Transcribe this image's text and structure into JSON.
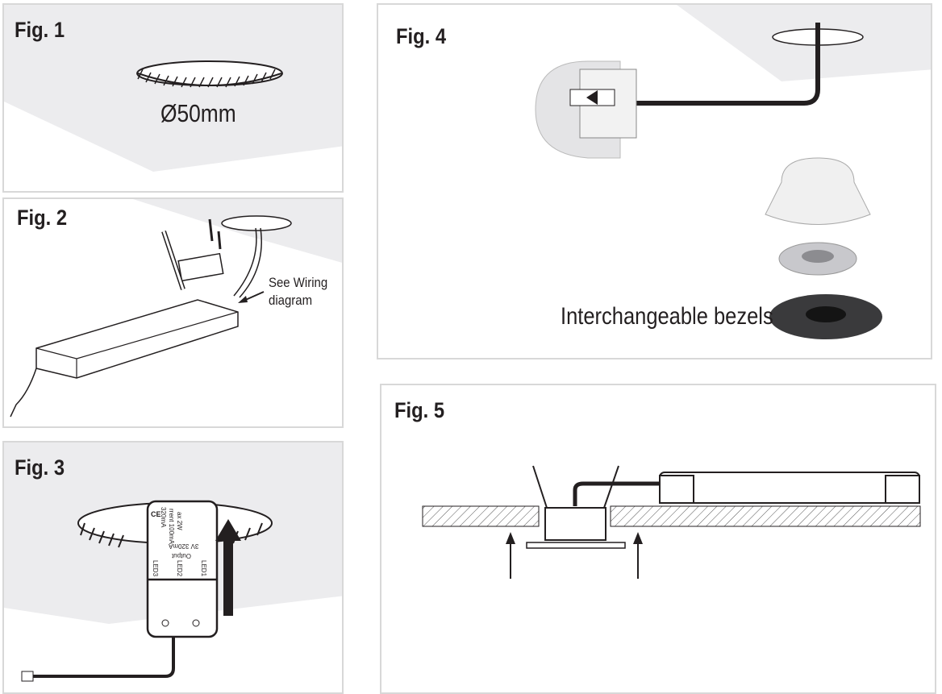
{
  "figures": [
    {
      "label": "Fig. 1",
      "caption": "Ø50mm"
    },
    {
      "label": "Fig. 2",
      "caption": "See Wiring diagram"
    },
    {
      "label": "Fig. 3",
      "driver_label": {
        "line1": "ax 2W",
        "line2": "rrent 100mA",
        "line3": "320mA",
        "output": "Output",
        "output_spec": "3V 320mA",
        "led1": "LED1",
        "led2": "LED2",
        "led3": "LED3"
      }
    },
    {
      "label": "Fig. 4",
      "caption": "Interchangeable bezels"
    },
    {
      "label": "Fig. 5"
    }
  ],
  "colors": {
    "panel_border": "#d8d8d8",
    "ceiling_shade": "#ececee",
    "ink": "#231f20"
  }
}
